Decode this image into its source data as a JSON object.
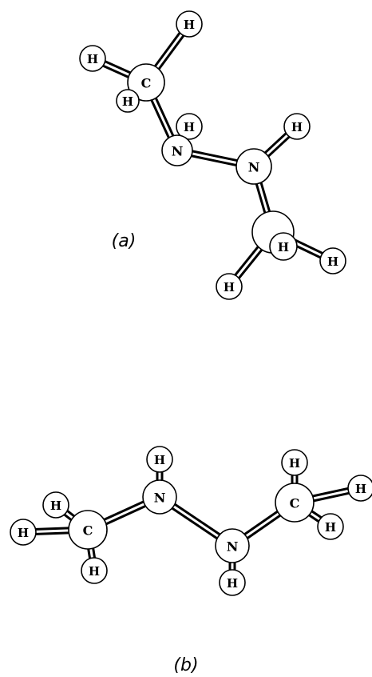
{
  "figure": {
    "panels": [
      {
        "id": "a",
        "label": "(a)",
        "atoms": [
          {
            "id": "a_c1",
            "element": "C",
            "label": "C"
          },
          {
            "id": "a_h1",
            "element": "H",
            "label": "H"
          },
          {
            "id": "a_h2",
            "element": "H",
            "label": "H"
          },
          {
            "id": "a_h3",
            "element": "H",
            "label": "H"
          },
          {
            "id": "a_n1",
            "element": "N",
            "label": "N"
          },
          {
            "id": "a_hn1",
            "element": "H",
            "label": "H"
          },
          {
            "id": "a_n2",
            "element": "N",
            "label": "N"
          },
          {
            "id": "a_hn2",
            "element": "H",
            "label": "H"
          },
          {
            "id": "a_c2",
            "element": "C",
            "label": ""
          },
          {
            "id": "a_h4",
            "element": "H",
            "label": "H"
          },
          {
            "id": "a_h5",
            "element": "H",
            "label": "H"
          },
          {
            "id": "a_h6",
            "element": "H",
            "label": "H"
          }
        ]
      },
      {
        "id": "b",
        "label": "(b)",
        "atoms": [
          {
            "id": "b_c1",
            "element": "C",
            "label": "C"
          },
          {
            "id": "b_h1",
            "element": "H",
            "label": "H"
          },
          {
            "id": "b_h2",
            "element": "H",
            "label": "H"
          },
          {
            "id": "b_h3",
            "element": "H",
            "label": "H"
          },
          {
            "id": "b_n1",
            "element": "N",
            "label": "N"
          },
          {
            "id": "b_hn1",
            "element": "H",
            "label": "H"
          },
          {
            "id": "b_n2",
            "element": "N",
            "label": "N"
          },
          {
            "id": "b_hn2",
            "element": "H",
            "label": "H"
          },
          {
            "id": "b_c2",
            "element": "C",
            "label": "C"
          },
          {
            "id": "b_h4",
            "element": "H",
            "label": "H"
          },
          {
            "id": "b_h5",
            "element": "H",
            "label": "H"
          },
          {
            "id": "b_h6",
            "element": "H",
            "label": "H"
          }
        ]
      }
    ]
  }
}
